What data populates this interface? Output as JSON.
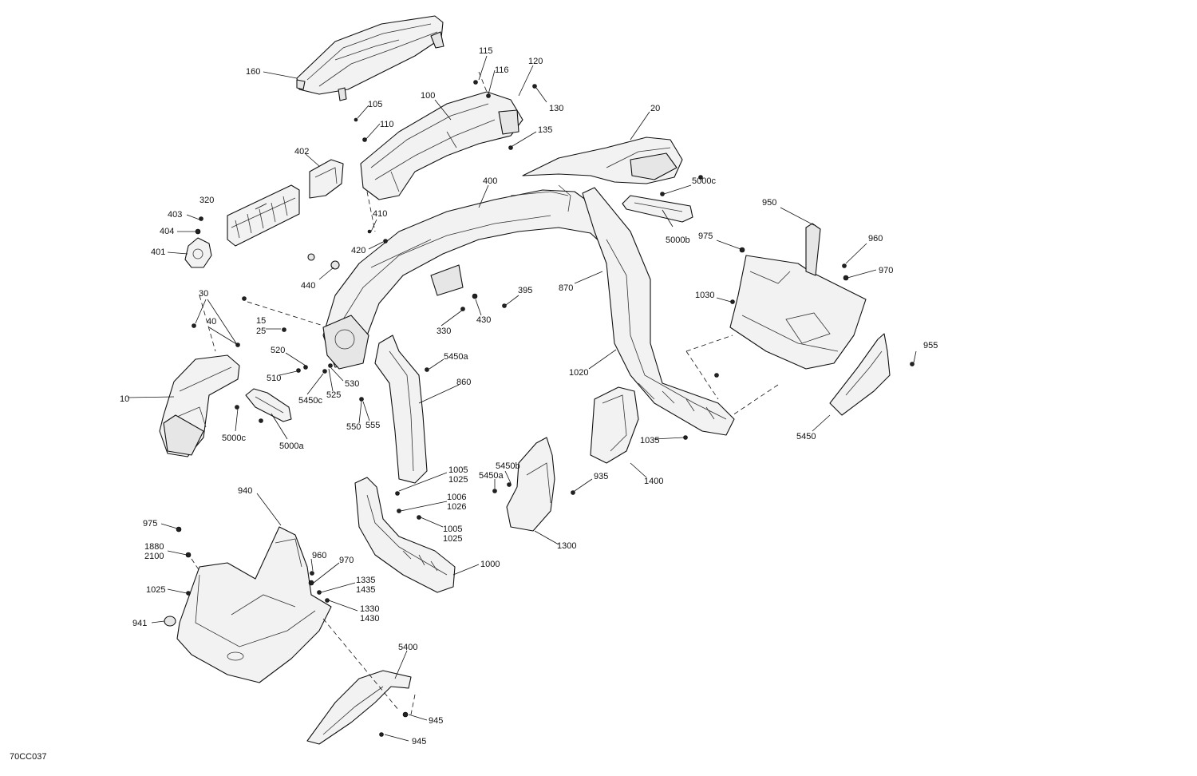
{
  "diagram_code": "70CC037",
  "callouts": [
    "160",
    "115",
    "116",
    "120",
    "130",
    "105",
    "110",
    "100",
    "135",
    "20",
    "402",
    "400",
    "5000c",
    "320",
    "403",
    "404",
    "401",
    "410",
    "420",
    "440",
    "950",
    "975",
    "960",
    "5000b",
    "970",
    "395",
    "870",
    "330",
    "430",
    "1030",
    "30",
    "15",
    "25",
    "40",
    "520",
    "510",
    "5450a",
    "530",
    "5450c",
    "525",
    "860",
    "1020",
    "955",
    "10",
    "5000c",
    "5000a",
    "550",
    "555",
    "1035",
    "5450",
    "1005",
    "1025",
    "5450b",
    "5450a",
    "935",
    "1400",
    "940",
    "1006",
    "1026",
    "1005",
    "1025",
    "1300",
    "975",
    "1880",
    "2100",
    "960",
    "970",
    "1000",
    "1025",
    "1335",
    "1435",
    "1330",
    "1430",
    "941",
    "5400",
    "945",
    "945"
  ]
}
